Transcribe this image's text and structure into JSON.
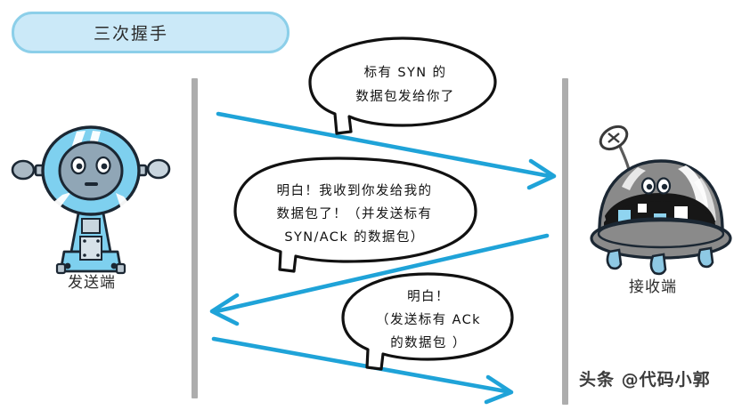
{
  "title": {
    "label": "三次握手"
  },
  "endpoints": {
    "sender": {
      "label": "发送端",
      "icon": "sender-robot-icon"
    },
    "receiver": {
      "label": "接收端",
      "icon": "receiver-robot-icon"
    }
  },
  "lifelines": [
    {
      "name": "sender-lifeline",
      "color": "#adadad"
    },
    {
      "name": "receiver-lifeline",
      "color": "#adadad"
    }
  ],
  "messages": [
    {
      "id": "syn",
      "direction": "sender-to-receiver",
      "arrow_color": "#1fa3d8",
      "bubble_lines": [
        "标有 SYN 的",
        "数据包发给你了"
      ]
    },
    {
      "id": "syn-ack",
      "direction": "receiver-to-sender",
      "arrow_color": "#1fa3d8",
      "bubble_lines": [
        "明白！我收到你发给我的",
        "数据包了！（并发送标有",
        "SYN/ACk 的数据包）"
      ]
    },
    {
      "id": "ack",
      "direction": "sender-to-receiver",
      "arrow_color": "#1fa3d8",
      "bubble_lines": [
        "明白！",
        "（发送标有 ACk",
        "的数据包 ）"
      ]
    }
  ],
  "watermark": {
    "text": "头条 @代码小郭"
  },
  "colors": {
    "badge_fill": "#cbe9f8",
    "badge_border": "#8ccfe9",
    "arrow": "#1fa3d8",
    "lifeline": "#adadad",
    "robot_blue": "#7ed0ef",
    "robot_face": "#90a6b6",
    "receiver_gray": "#8a8a8a",
    "receiver_panel": "#171717",
    "panel_blue": "#8fd4f0",
    "outline": "#1b2733"
  }
}
